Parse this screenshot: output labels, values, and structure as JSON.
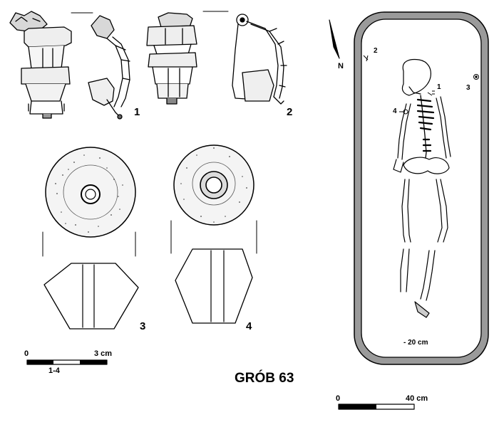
{
  "title": "GRÓB 63",
  "find_numbers": [
    "1",
    "2",
    "3",
    "4"
  ],
  "scale_small": {
    "start": "0",
    "end": "3 cm",
    "label": "1-4"
  },
  "scale_large": {
    "start": "0",
    "end": "40 cm"
  },
  "north": "N",
  "grave_plan": {
    "depth": "- 20 cm",
    "markers": [
      "1",
      "2",
      "3",
      "4"
    ]
  }
}
